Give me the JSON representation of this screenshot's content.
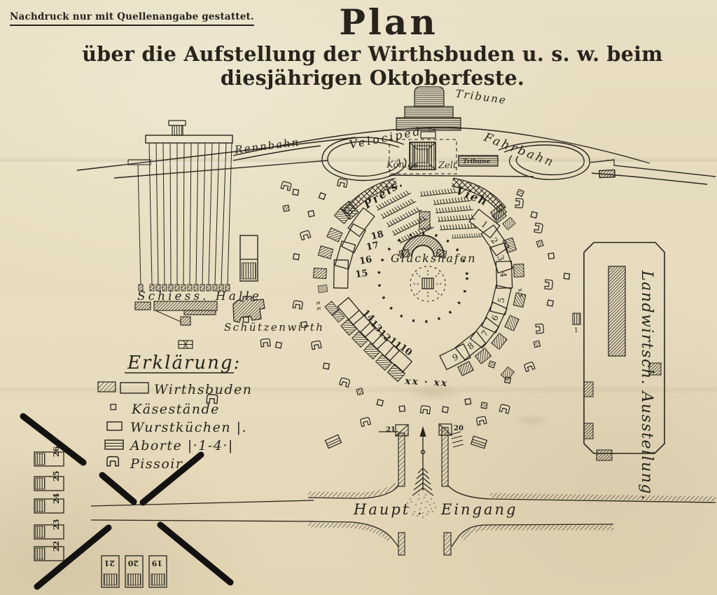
{
  "header": {
    "notice": "Nachdruck nur mit Quellenangabe gestattet.",
    "title": "Plan",
    "subtitle": "über die Aufstellung der Wirthsbuden u. s. w. beim diesjährigen Oktoberfeste."
  },
  "track": {
    "tribune": "Tribune",
    "rennbahn": "Rennbahn",
    "velociped": "Velociped =",
    "fahrbahn": "Fahrbahn",
    "koenig": "Königs",
    "zelt": "Zelt",
    "tribuene_small": "Tribüne"
  },
  "grounds": {
    "schiesshalle": "Schiess. Halle",
    "schuetzenwirth": "Schützenwirth",
    "glueckshafen": "Glückshafen",
    "preis": "Preis.",
    "vieh": "Vieh",
    "ausstellung": "Landwirtsch. Ausstellung.",
    "haupt": "Haupt .",
    "eingang": "Eingang",
    "xx_marks": "xx · xx",
    "x_marks_right": "x x",
    "x_marks_left": "x x"
  },
  "legend": {
    "heading": "Erklärung:",
    "items": [
      {
        "icon": "wirthsbude-icon",
        "label": "Wirthsbuden"
      },
      {
        "icon": "kaesestand-icon",
        "label": "Käsestände"
      },
      {
        "icon": "wurstkueche-icon",
        "label": "Wurstküchen |."
      },
      {
        "icon": "abort-icon",
        "label": "Aborte |·1-4·|"
      },
      {
        "icon": "pissoir-icon",
        "label": "Pissoir"
      }
    ]
  },
  "booths": {
    "ring": [
      "1",
      "2",
      "3",
      "4",
      "5",
      "6",
      "7",
      "8",
      "9",
      "10",
      "11",
      "12",
      "13",
      "14",
      "15",
      "16",
      "17",
      "18"
    ],
    "entrance_left": "21",
    "entrance_right": "20",
    "bottom_row": [
      "21",
      "20",
      "19"
    ],
    "left_column": [
      "26",
      "25",
      "24",
      "23",
      "22"
    ],
    "abort_near_hall": "1"
  },
  "colors": {
    "paper": "#e7dcc0",
    "ink": "#28241c"
  }
}
